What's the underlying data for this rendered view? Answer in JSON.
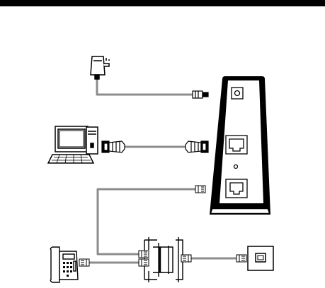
{
  "diagram": {
    "devices": [
      {
        "id": "power-adapter",
        "icon": "power-adapter-icon"
      },
      {
        "id": "computer",
        "icon": "desktop-computer-icon"
      },
      {
        "id": "modem",
        "icon": "modem-icon"
      },
      {
        "id": "splitter",
        "icon": "splitter-icon"
      },
      {
        "id": "telephone",
        "icon": "telephone-icon"
      },
      {
        "id": "wall-jack",
        "icon": "phone-wall-jack-icon"
      }
    ],
    "connections": [
      {
        "from": "power-adapter",
        "to": "modem",
        "cable": "power-cable"
      },
      {
        "from": "computer",
        "to": "modem",
        "cable": "ethernet-cable"
      },
      {
        "from": "modem",
        "to": "splitter",
        "cable": "phone-cable"
      },
      {
        "from": "telephone",
        "to": "splitter",
        "cable": "phone-cable"
      },
      {
        "from": "splitter",
        "to": "wall-jack",
        "cable": "phone-cable"
      }
    ],
    "colors": {
      "line": "#000000",
      "cable": "#8c8c8c",
      "background": "#ffffff"
    }
  }
}
